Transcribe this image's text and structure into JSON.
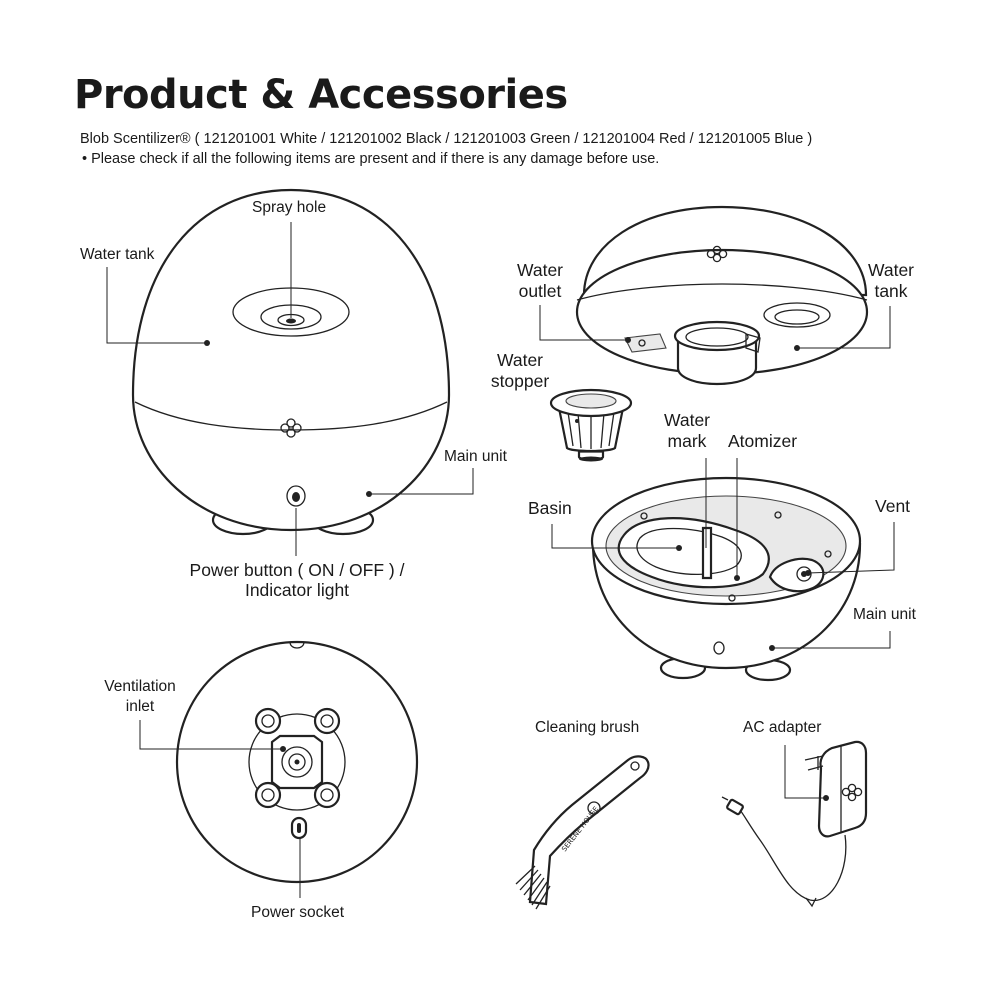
{
  "header": {
    "title": "Product & Accessories",
    "subtitle": "Blob Scentilizer® ( 121201001 White / 121201002 Black / 121201003 Green / 121201004 Red / 121201005 Blue )",
    "note": "• Please check if all the following items are present and if there is any damage before use."
  },
  "labels": {
    "spray_hole": "Spray hole",
    "water_tank_left": "Water tank",
    "main_unit_left": "Main unit",
    "power_button_1": "Power button ( ON / OFF ) /",
    "power_button_2": "Indicator light",
    "water_outlet_1": "Water",
    "water_outlet_2": "outlet",
    "water_tank_right_1": "Water",
    "water_tank_right_2": "tank",
    "water_stopper_1": "Water",
    "water_stopper_2": "stopper",
    "water_mark_1": "Water",
    "water_mark_2": "mark",
    "atomizer": "Atomizer",
    "basin": "Basin",
    "vent": "Vent",
    "main_unit_right": "Main unit",
    "ventilation_inlet_1": "Ventilation",
    "ventilation_inlet_2": "inlet",
    "power_socket": "Power socket",
    "cleaning_brush": "Cleaning brush",
    "ac_adapter": "AC adapter",
    "brush_imprint": "SERENE HOUSE"
  }
}
